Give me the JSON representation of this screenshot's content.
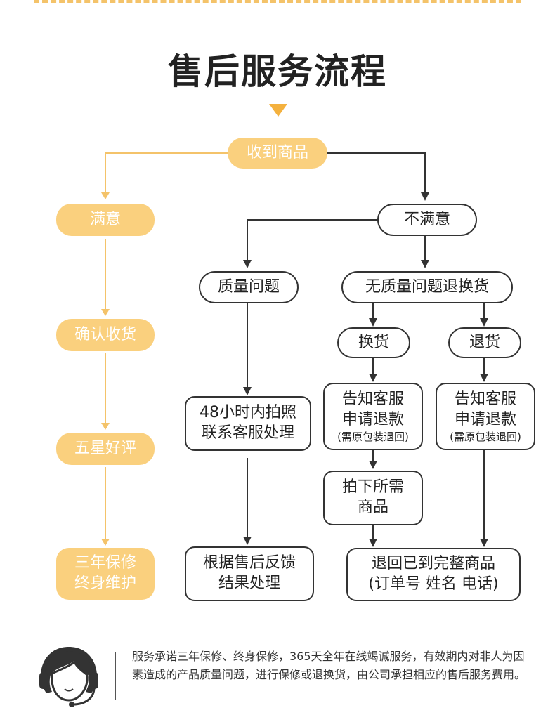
{
  "title": "售后服务流程",
  "colors": {
    "accent": "#f4b13e",
    "box_fill": "#fad07e",
    "line_yellow": "#f4c36a",
    "line_dark": "#333333"
  },
  "nodes": {
    "received": "收到商品",
    "satisfied": "满意",
    "confirm": "确认收货",
    "five_star": "五星好评",
    "warranty_1": "三年保修",
    "warranty_2": "终身维护",
    "unsatisfied": "不满意",
    "quality_issue": "质量问题",
    "no_quality_issue": "无质量问题退换货",
    "exchange": "换货",
    "refund": "退货",
    "photo_1": "48小时内拍照",
    "photo_2": "联系客服处理",
    "notify_ex_1": "告知客服",
    "notify_ex_2": "申请退款",
    "notify_ex_note": "(需原包装退回)",
    "notify_rf_1": "告知客服",
    "notify_rf_2": "申请退款",
    "notify_rf_note": "(需原包装退回)",
    "order_1": "拍下所需",
    "order_2": "商品",
    "feedback_1": "根据售后反馈",
    "feedback_2": "结果处理",
    "return_1": "退回已到完整商品",
    "return_2": "(订单号  姓名  电话)"
  },
  "footer": {
    "agent_icon": "customer-service-headset-icon",
    "text": "服务承诺三年保修、终身保修，365天全年在线竭诚服务，有效期内对非人为因素造成的产品质量问题，进行保修或退换货，由公司承担相应的售后服务费用。"
  }
}
